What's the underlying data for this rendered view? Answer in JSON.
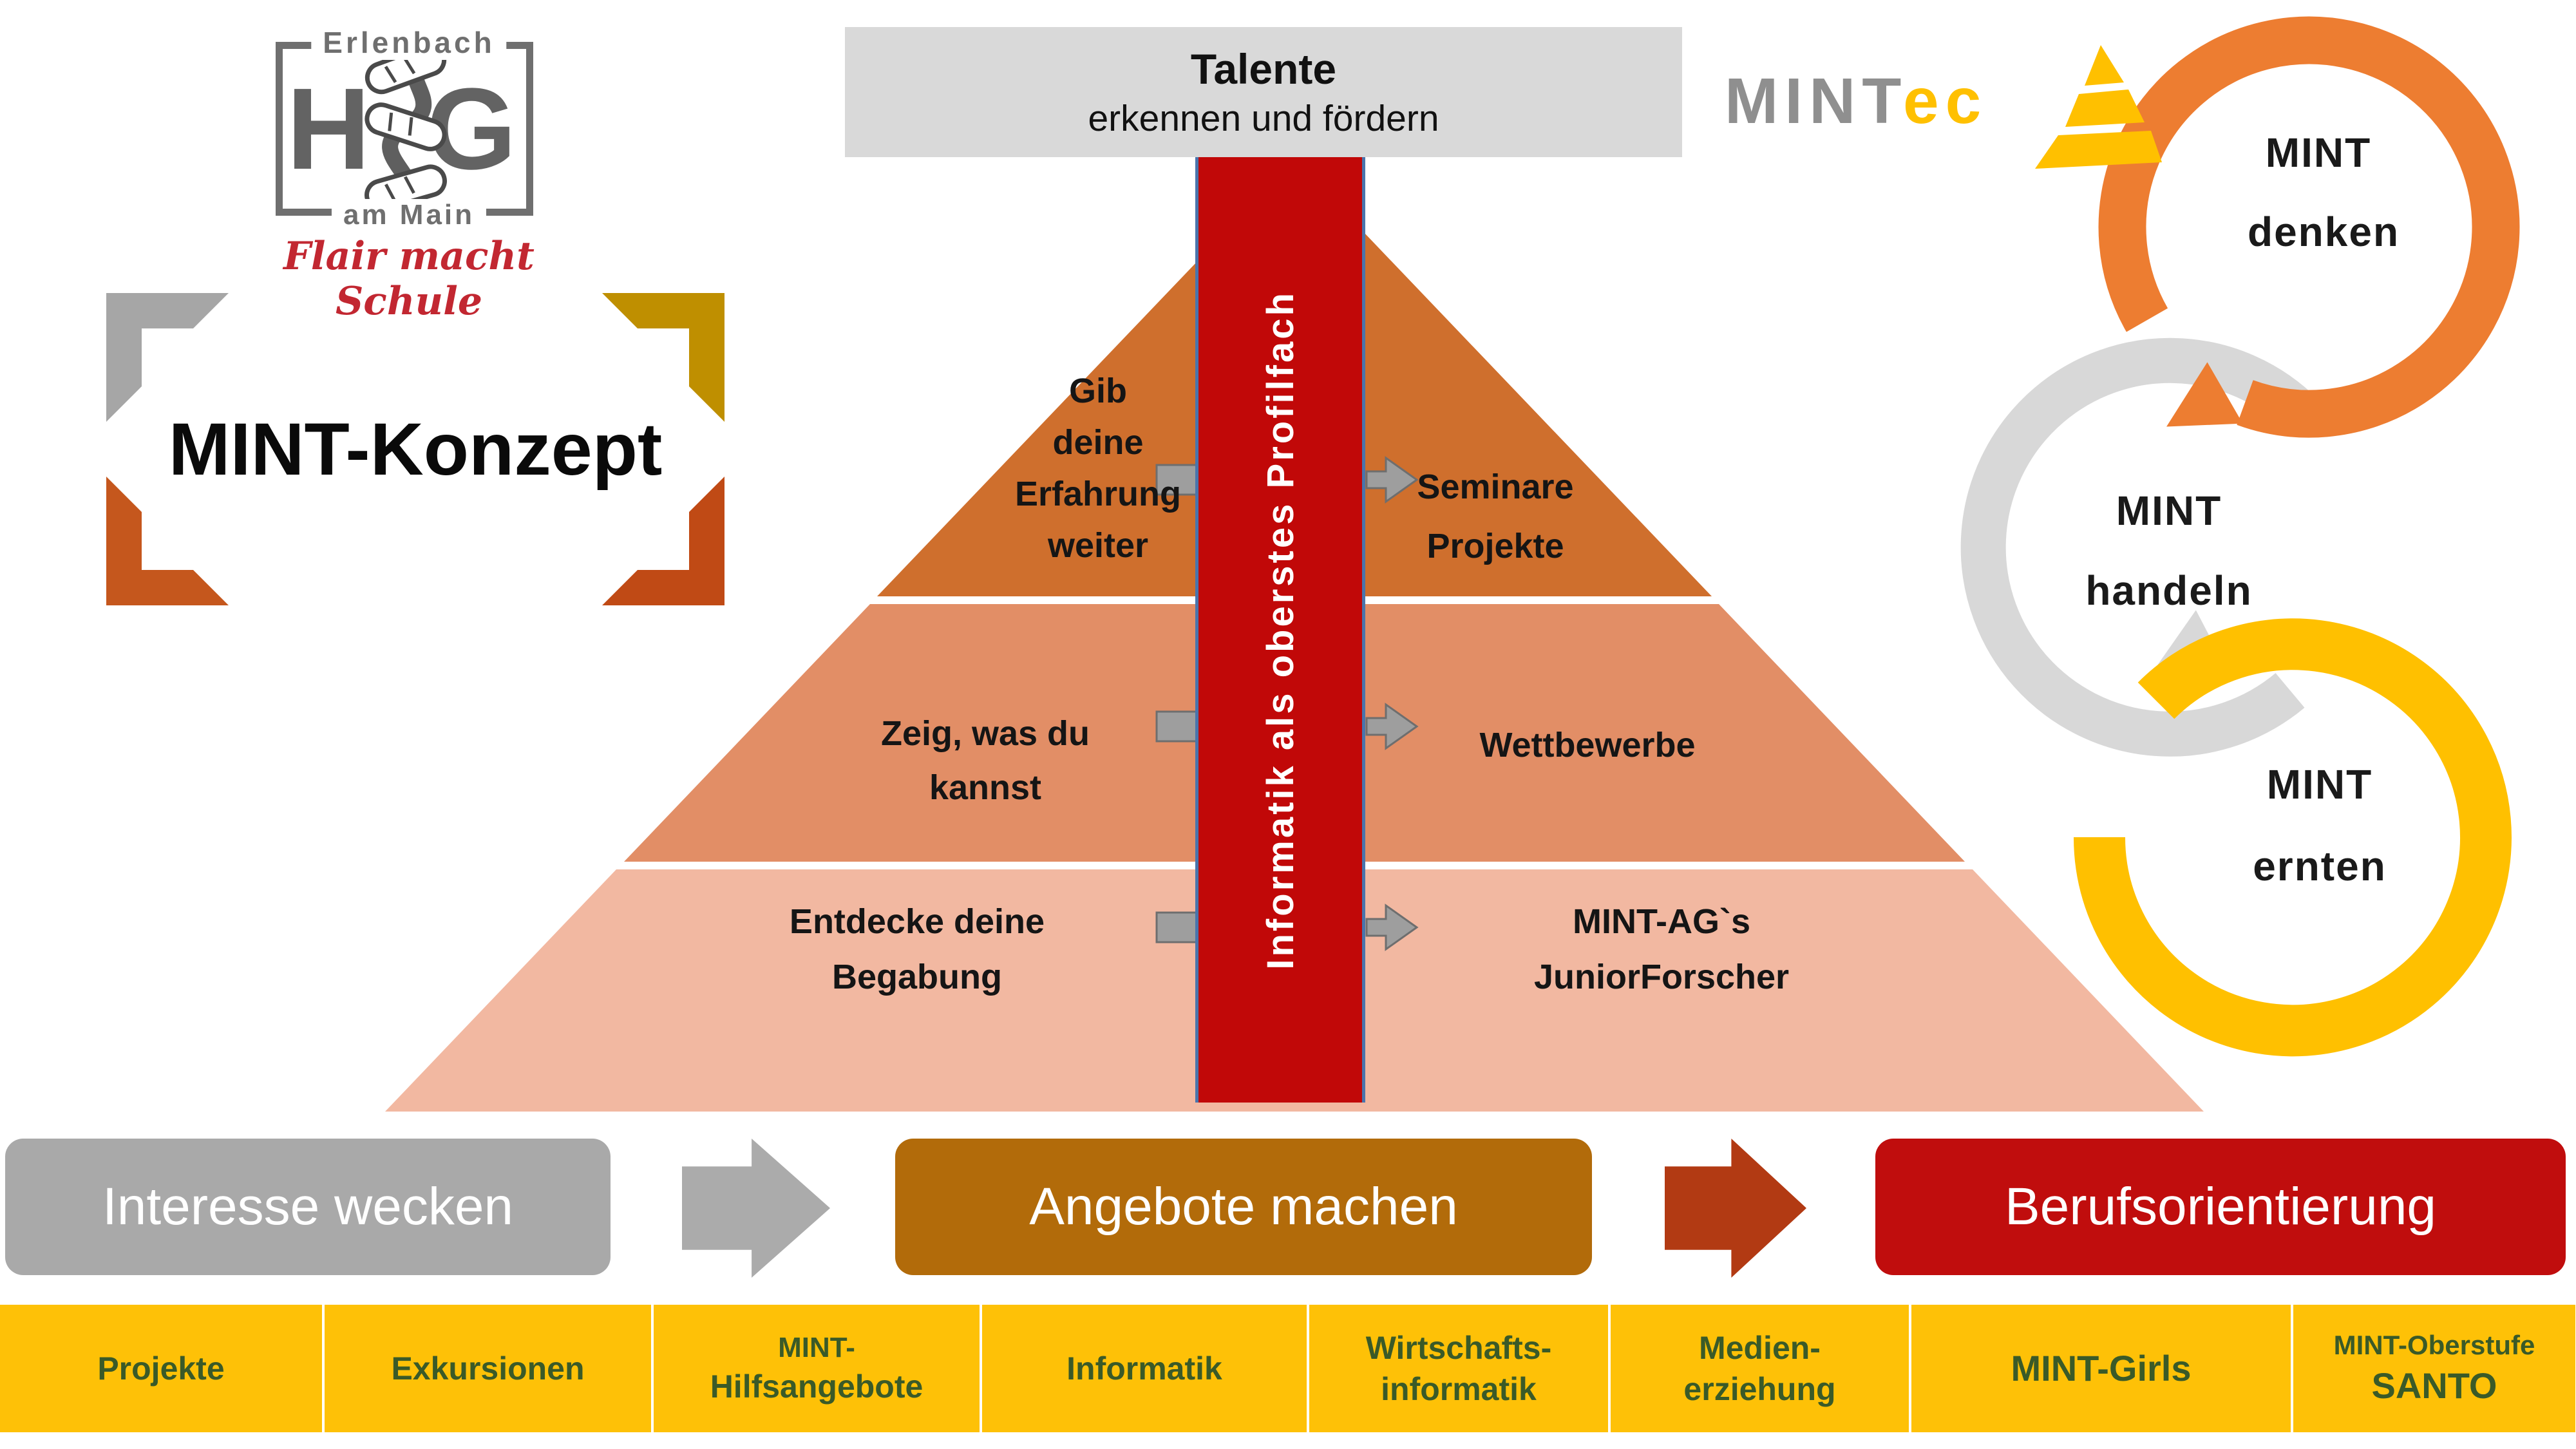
{
  "colors": {
    "tier_top": "#cf6f2d",
    "tier_mid": "#e28e66",
    "tier_bottom": "#f2b8a1",
    "column_red": "#c10808",
    "column_border_blue": "#4a74ac",
    "banner_gray": "#d9d9d9",
    "process_gray": "#a9a9a9",
    "process_brown": "#b26b0a",
    "process_arrow_brick": "#b23a13",
    "process_red": "#c00d0d",
    "category_yellow": "#fec107",
    "category_text_green": "#3a5a28",
    "ring_orange": "#ed7d31",
    "ring_gray": "#d8d8d8",
    "ring_yellow": "#ffc000",
    "logo_gray": "#6f6f6f",
    "logo_red": "#c22731",
    "bracket_gray": "#a6a6a6",
    "bracket_gold": "#bf8f00",
    "bracket_orange": "#c5571d",
    "bracket_brick": "#c04a15"
  },
  "school_logo": {
    "region_top": "Erlenbach",
    "letter_left": "H",
    "letter_right": "G",
    "region_bottom": "am Main",
    "slogan": "Flair macht Schule"
  },
  "title": "MINT-Konzept",
  "top_banner": {
    "line1": "Talente",
    "line2": "erkennen und fördern"
  },
  "mintec_logo": {
    "part1": "MINT",
    "part2": "ec"
  },
  "pyramid": {
    "column": "Informatik als oberstes Profilfach",
    "tier1": {
      "left": [
        "Gib",
        "deine",
        "Erfahrung",
        "weiter"
      ],
      "right": [
        "Seminare",
        "Projekte"
      ]
    },
    "tier2": {
      "left": [
        "Zeig, was du",
        "kannst"
      ],
      "right": [
        "Wettbewerbe"
      ]
    },
    "tier3": {
      "left": [
        "Entdecke deine",
        "Begabung"
      ],
      "right": [
        "MINT-AG`s",
        "JuniorForscher"
      ]
    }
  },
  "cycle": {
    "c1": {
      "line1": "MINT",
      "line2": "denken"
    },
    "c2": {
      "line1": "MINT",
      "line2": "handeln"
    },
    "c3": {
      "line1": "MINT",
      "line2": "ernten"
    }
  },
  "process": {
    "step1": "Interesse wecken",
    "step2": "Angebote machen",
    "step3": "Berufsorientierung"
  },
  "categories": {
    "c1": {
      "l1": "Projekte"
    },
    "c2": {
      "l1": "Exkursionen"
    },
    "c3": {
      "l1": "MINT-",
      "l2": "Hilfsangebote"
    },
    "c4": {
      "l1": "Informatik"
    },
    "c5": {
      "l1": "Wirtschafts-",
      "l2": "informatik"
    },
    "c6": {
      "l1": "Medien-",
      "l2": "erziehung"
    },
    "c7": {
      "l1": "MINT-Girls"
    },
    "c8": {
      "l1": "MINT-Oberstufe",
      "l2": "SANTO"
    }
  }
}
